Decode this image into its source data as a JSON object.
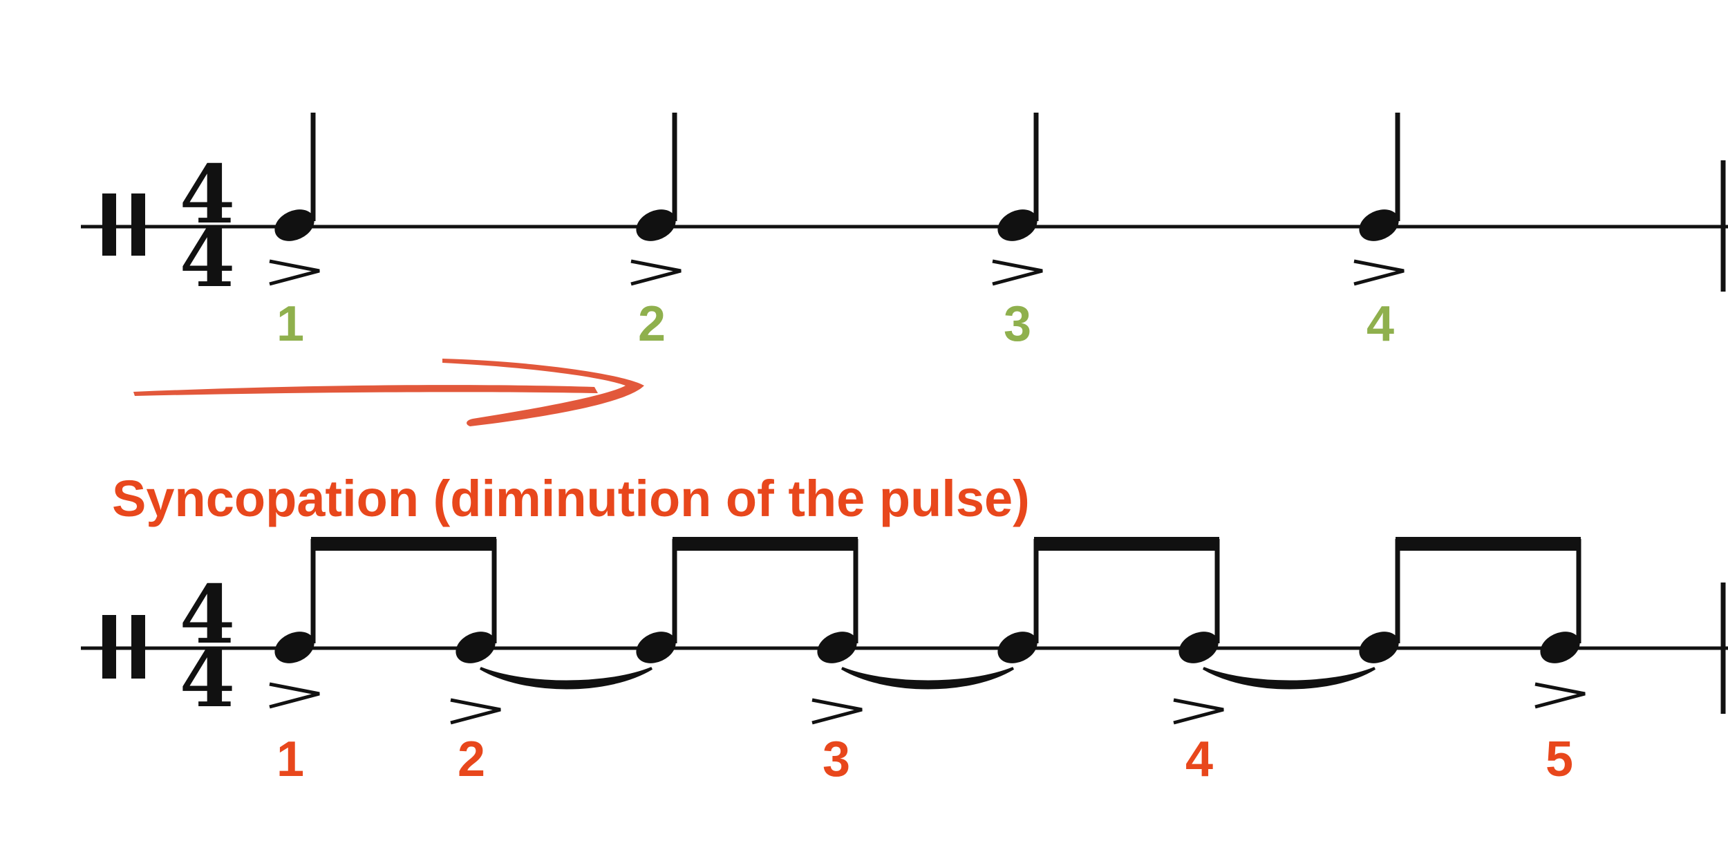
{
  "colors": {
    "ink": "#111111",
    "count_top": "#8fb04d",
    "accent": "#e8471c",
    "arrow": "#e04a2a"
  },
  "staff_top": {
    "time_signature": {
      "numerator": "4",
      "denominator": "4"
    },
    "counts": [
      "1",
      "2",
      "3",
      "4"
    ]
  },
  "caption": "Syncopation (diminution of the pulse)",
  "staff_bottom": {
    "time_signature": {
      "numerator": "4",
      "denominator": "4"
    },
    "counts": [
      "1",
      "2",
      "3",
      "4",
      "5"
    ]
  },
  "arrow_icon": "hand-drawn-arrow-icon"
}
